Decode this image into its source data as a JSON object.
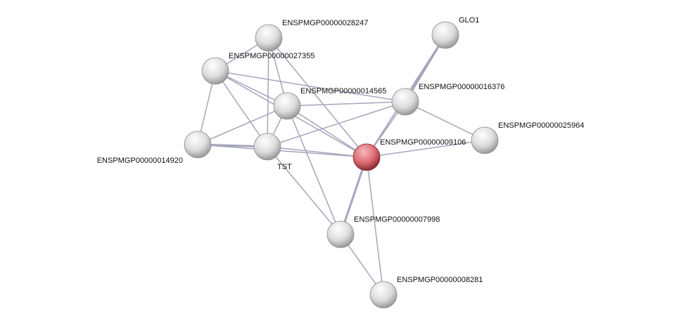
{
  "network": {
    "nodes": [
      {
        "id": "n28247",
        "label": "ENSPMGP00000028247",
        "highlight": false
      },
      {
        "id": "glo1",
        "label": "GLO1",
        "highlight": false
      },
      {
        "id": "n27355",
        "label": "ENSPMGP00000027355",
        "highlight": false
      },
      {
        "id": "n14565",
        "label": "ENSPMGP00000014565",
        "highlight": false
      },
      {
        "id": "n16376",
        "label": "ENSPMGP00000016376",
        "highlight": false
      },
      {
        "id": "n25964",
        "label": "ENSPMGP00000025964",
        "highlight": false
      },
      {
        "id": "nx20",
        "label": "ENSPMGP00000014920",
        "highlight": false
      },
      {
        "id": "tst",
        "label": "TST",
        "highlight": false
      },
      {
        "id": "n9106",
        "label": "ENSPMGP00000009106",
        "highlight": true
      },
      {
        "id": "n7998",
        "label": "ENSPMGP00000007998",
        "highlight": false
      },
      {
        "id": "n8281",
        "label": "ENSPMGP00000008281",
        "highlight": false
      }
    ],
    "edges": [
      [
        "n28247",
        "n27355"
      ],
      [
        "n28247",
        "n14565"
      ],
      [
        "n28247",
        "tst"
      ],
      [
        "n28247",
        "n9106"
      ],
      [
        "n27355",
        "n14565"
      ],
      [
        "n27355",
        "tst"
      ],
      [
        "n27355",
        "nx20"
      ],
      [
        "n27355",
        "n16376"
      ],
      [
        "n27355",
        "n9106"
      ],
      [
        "n14565",
        "n16376"
      ],
      [
        "n14565",
        "n9106"
      ],
      [
        "n14565",
        "nx20"
      ],
      [
        "n14565",
        "n7998"
      ],
      [
        "n14565",
        "tst"
      ],
      [
        "n16376",
        "glo1"
      ],
      [
        "n16376",
        "n9106"
      ],
      [
        "n16376",
        "n25964"
      ],
      [
        "n16376",
        "tst"
      ],
      [
        "n9106",
        "glo1"
      ],
      [
        "n9106",
        "n25964"
      ],
      [
        "n9106",
        "n7998"
      ],
      [
        "n9106",
        "n8281"
      ],
      [
        "n9106",
        "tst"
      ],
      [
        "n9106",
        "nx20"
      ],
      [
        "nx20",
        "tst"
      ],
      [
        "tst",
        "n7998"
      ],
      [
        "n7998",
        "n8281"
      ]
    ],
    "colors": {
      "edge": "#a4a6bc",
      "node": "#e6e6e6",
      "highlight": "#d9646c"
    }
  }
}
